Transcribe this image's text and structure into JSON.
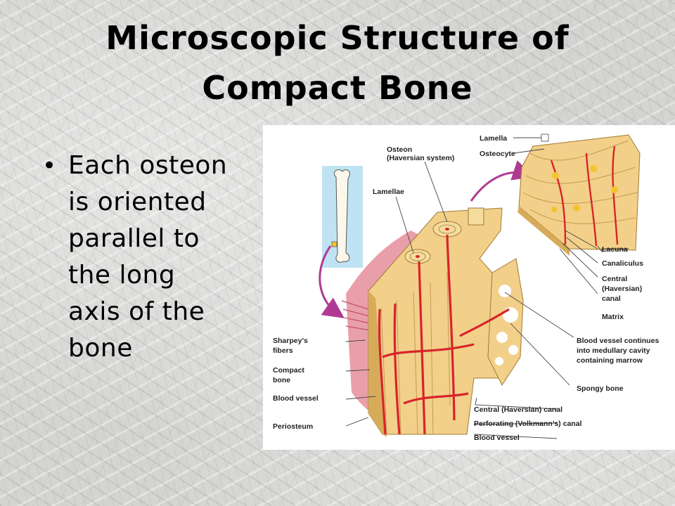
{
  "slide": {
    "title_line1": "Microscopic Structure of",
    "title_line2": "Compact Bone",
    "bullet": {
      "marker": "•",
      "lines": [
        "Each osteon",
        "is oriented",
        "parallel to",
        "the long",
        "axis of the",
        "bone"
      ]
    }
  },
  "figure": {
    "labels": {
      "osteon_1": "Osteon",
      "osteon_2": "(Haversian system)",
      "lamellae": "Lamellae",
      "lamella": "Lamella",
      "osteocyte": "Osteocyte",
      "lacuna": "Lacuna",
      "canaliculus": "Canaliculus",
      "central_canal_1": "Central",
      "central_canal_2": "(Haversian)",
      "central_canal_3": "canal",
      "matrix": "Matrix",
      "sharpeys_1": "Sharpey’s",
      "sharpeys_2": "fibers",
      "compact_1": "Compact",
      "compact_2": "bone",
      "blood_vessel_left": "Blood vessel",
      "periosteum": "Periosteum",
      "bv_continues_1": "Blood vessel continues",
      "bv_continues_2": "into medullary cavity",
      "bv_continues_3": "containing marrow",
      "spongy": "Spongy bone",
      "central_canal_bottom": "Central (Haversian) canal",
      "perforating": "Perforating (Volkmann’s) canal",
      "blood_vessel_bottom": "Blood vessel"
    },
    "colors": {
      "bone": "#f2d089",
      "bone_dark": "#d7ab5a",
      "vessel": "#d8242b",
      "periosteum": "#e58e9a",
      "inset_bg": "#bfe3f2",
      "arrow": "#b03a93"
    }
  }
}
